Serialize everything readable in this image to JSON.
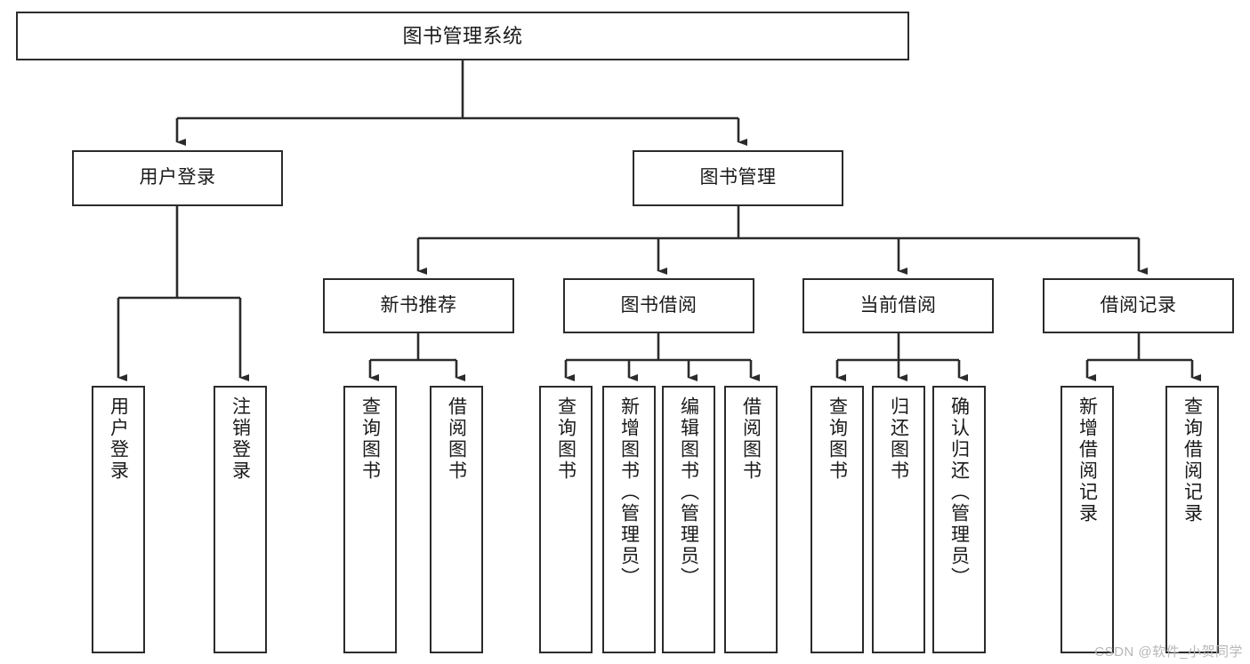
{
  "diagram": {
    "title": "图书管理系统",
    "watermark": "CSDN @软件_小贺同学",
    "theme": {
      "background": "#ffffff",
      "box_border": "#2b2b2b",
      "connector": "#2b2b2b",
      "text": "#1a1a1a",
      "watermark_color": "#b7b7b7"
    },
    "root": {
      "label": "图书管理系统"
    },
    "level2": [
      {
        "label": "用户登录"
      },
      {
        "label": "图书管理"
      }
    ],
    "level3": [
      {
        "label": "新书推荐"
      },
      {
        "label": "图书借阅"
      },
      {
        "label": "当前借阅"
      },
      {
        "label": "借阅记录"
      }
    ],
    "leaves": {
      "user_login": [
        {
          "label": "用户登录"
        },
        {
          "label": "注销登录"
        }
      ],
      "new_book_recommend": [
        {
          "label": "查询图书"
        },
        {
          "label": "借阅图书"
        }
      ],
      "book_borrow": [
        {
          "label": "查询图书"
        },
        {
          "label": "新增图书（管理员）"
        },
        {
          "label": "编辑图书（管理员）"
        },
        {
          "label": "借阅图书"
        }
      ],
      "current_borrow": [
        {
          "label": "查询图书"
        },
        {
          "label": "归还图书"
        },
        {
          "label": "确认归还（管理员）"
        }
      ],
      "borrow_record": [
        {
          "label": "新增借阅记录"
        },
        {
          "label": "查询借阅记录"
        }
      ]
    }
  }
}
